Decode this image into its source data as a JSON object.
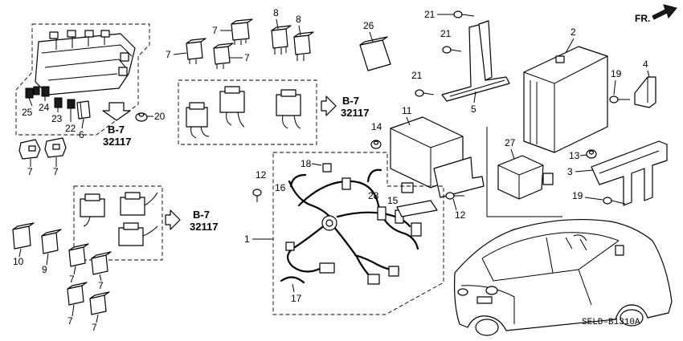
{
  "direction": {
    "label": "FR."
  },
  "diagram_code": "SELD–B1310A",
  "refs": [
    {
      "page": "B-7",
      "code": "32117"
    },
    {
      "page": "B-7",
      "code": "32117"
    },
    {
      "page": "B-7",
      "code": "32117"
    }
  ],
  "callouts": {
    "c1": "1",
    "c2": "2",
    "c3": "3",
    "c4": "4",
    "c5": "5",
    "c6": "6",
    "c7": "7",
    "c8": "8",
    "c9": "9",
    "c10": "10",
    "c11": "11",
    "c12": "12",
    "c13": "13",
    "c14": "14",
    "c15": "15",
    "c16": "16",
    "c17": "17",
    "c18": "18",
    "c19": "19",
    "c20": "20",
    "c21": "21",
    "c22": "22",
    "c23": "23",
    "c24": "24",
    "c25": "25",
    "c26": "26",
    "c27": "27",
    "c28": "28"
  },
  "colors": {
    "ink": "#000000",
    "paper": "#ffffff"
  }
}
